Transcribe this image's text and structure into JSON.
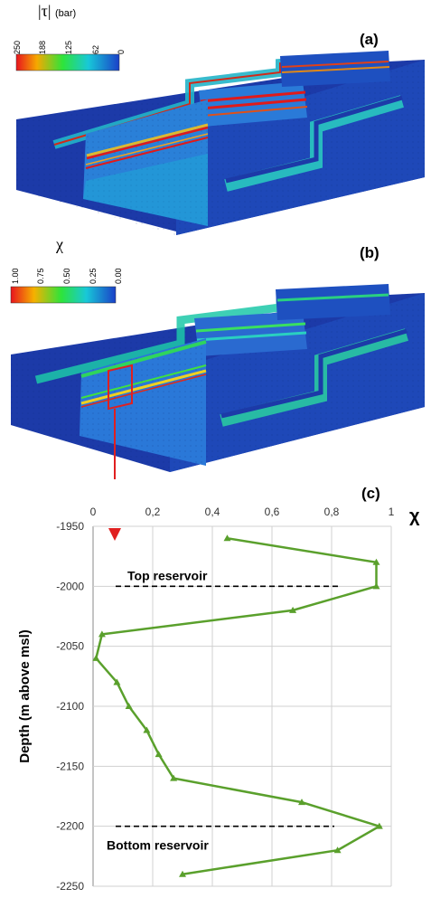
{
  "panels": {
    "a": {
      "label": "(a)",
      "colorbar": {
        "title": "|τ|",
        "unit": "(bar)",
        "ticks": [
          "250",
          "188",
          "125",
          "62",
          "0"
        ]
      }
    },
    "b": {
      "label": "(b)",
      "colorbar": {
        "title": "χ",
        "ticks": [
          "1.00",
          "0.75",
          "0.50",
          "0.25",
          "0.00"
        ]
      }
    },
    "c": {
      "label": "(c)"
    }
  },
  "colors": {
    "model_blue": "#1a3fb0",
    "hot": "#e0201a",
    "series": "#5aa02c",
    "marker_box": "#e02020"
  },
  "chart_data": {
    "type": "line",
    "xlabel": "χ",
    "ylabel": "Depth (m above msl)",
    "xlim": [
      0,
      1
    ],
    "ylim": [
      -2250,
      -1950
    ],
    "x_ticks": [
      "0",
      "0,2",
      "0,4",
      "0,6",
      "0,8",
      "1"
    ],
    "y_ticks": [
      "-1950",
      "-2000",
      "-2050",
      "-2100",
      "-2150",
      "-2200",
      "-2250"
    ],
    "grid": true,
    "annotations": [
      {
        "text": "Top reservoir",
        "depth": -2000
      },
      {
        "text": "Bottom reservoir",
        "depth": -2200
      }
    ],
    "series": [
      {
        "points": [
          [
            0.45,
            -1960
          ],
          [
            0.95,
            -1980
          ],
          [
            0.95,
            -2000
          ],
          [
            0.67,
            -2020
          ],
          [
            0.03,
            -2040
          ],
          [
            0.01,
            -2060
          ],
          [
            0.08,
            -2080
          ],
          [
            0.12,
            -2100
          ],
          [
            0.18,
            -2120
          ],
          [
            0.22,
            -2140
          ],
          [
            0.27,
            -2160
          ],
          [
            0.7,
            -2180
          ],
          [
            0.96,
            -2200
          ],
          [
            0.82,
            -2220
          ],
          [
            0.3,
            -2240
          ]
        ]
      }
    ]
  }
}
